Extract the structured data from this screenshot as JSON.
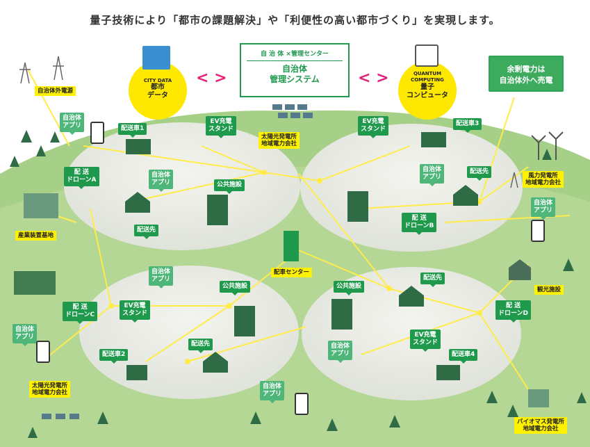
{
  "title": "量子技術により「都市の課題解決」や「利便性の高い都市づくり」を実現します。",
  "city_data": {
    "en": "CITY DATA",
    "jp": "都市\nデータ"
  },
  "quantum": {
    "en": "QUANTUM\nCOMPUTING",
    "jp": "量子\nコンピュータ"
  },
  "center": {
    "head": "自 治 体 ×管理センター",
    "main": "自治体\n管理システム"
  },
  "surplus": "余剰電力は\n自治体外へ売電",
  "yellow_labels": {
    "power_external": "自治体外電源",
    "factory": "産業装置基地",
    "solar_top": "太陽光発電所\n地域電力会社",
    "wind": "風力発電所\n地域電力会社",
    "dispatch_center": "配車センター",
    "tourism": "観光施設",
    "solar_bottom": "太陽光発電所\n地域電力会社",
    "biomass": "バイオマス発電所\n地域電力会社"
  },
  "green_labels": {
    "app": "自治体\nアプリ",
    "truck1": "配送車1",
    "truck2": "配送車2",
    "truck3": "配送車3",
    "truck4": "配送車4",
    "ev": "EV充電\nスタンド",
    "public": "公共施設",
    "dest": "配送先",
    "droneA": "配 送\nドローンA",
    "droneB": "配 送\nドローンB",
    "droneC": "配 送\nドローンC",
    "droneD": "配 送\nドローンD"
  },
  "colors": {
    "accent": "#1f9a4d",
    "highlight": "#fff200",
    "link": "#e0227a"
  }
}
